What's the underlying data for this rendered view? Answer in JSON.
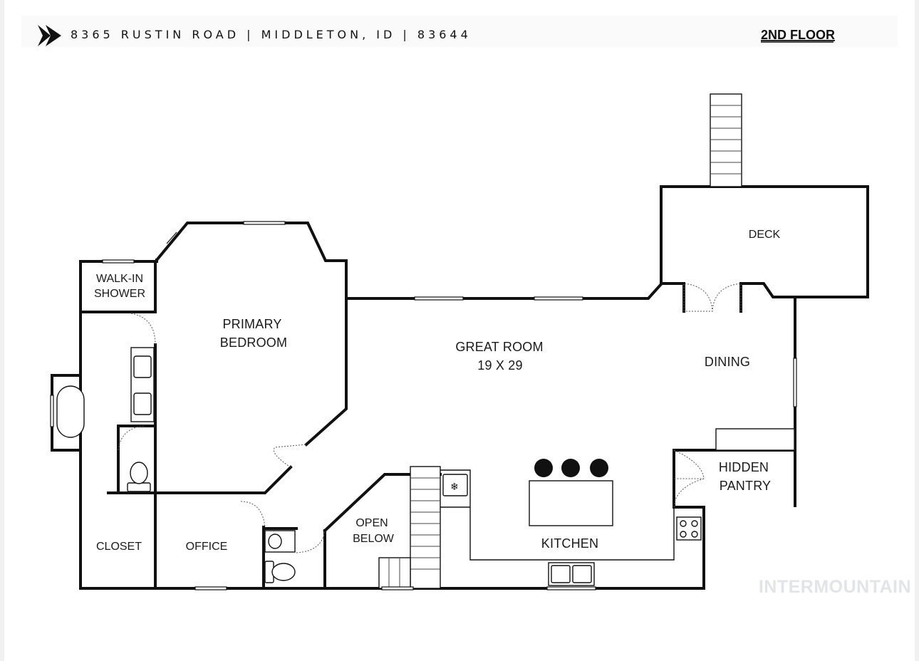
{
  "header": {
    "address": "8365 RUSTIN ROAD | MIDDLETON, ID | 83644",
    "floor": "2ND FLOOR",
    "logo_icon": "chevron-arrow-icon"
  },
  "rooms": {
    "deck": "DECK",
    "walk_in_shower": [
      "WALK-IN",
      "SHOWER"
    ],
    "primary_bedroom": [
      "PRIMARY",
      "BEDROOM"
    ],
    "great_room": [
      "GREAT ROOM",
      "19 X 29"
    ],
    "dining": "DINING",
    "hidden_pantry": [
      "HIDDEN",
      "PANTRY"
    ],
    "open_below": [
      "OPEN",
      "BELOW"
    ],
    "kitchen": "KITCHEN",
    "closet": "CLOSET",
    "office": "OFFICE"
  },
  "watermark": "INTERMOUNTAIN",
  "colors": {
    "walls": "#111111",
    "background": "#ffffff",
    "watermark": "#e2e4e7"
  }
}
